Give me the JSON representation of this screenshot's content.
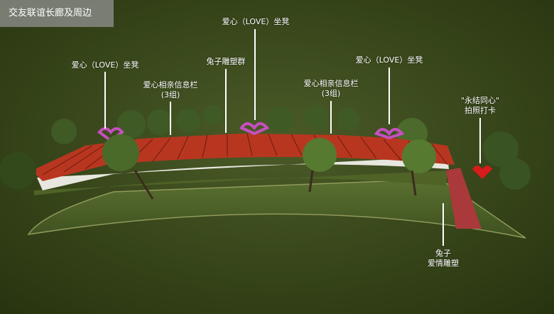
{
  "title": "交友联谊长廊及周边",
  "labels": {
    "love_bench_left": "爱心（LOVE）坐凳",
    "love_bench_top": "爱心（LOVE）坐凳",
    "love_bench_right": "爱心（LOVE）坐凳",
    "info_left_line1": "爱心相亲信息栏",
    "info_left_line2": "(3组)",
    "info_right_line1": "爱心相亲信息栏",
    "info_right_line2": "(3组)",
    "rabbit_group": "兔子雕塑群",
    "forever_line1": "\"永结同心\"",
    "forever_line2": "拍照打卡",
    "rabbit_love_line1": "兔子",
    "rabbit_love_line2": "爱情雕塑"
  },
  "colors": {
    "grass_dark": "#2e3b19",
    "grass_light": "#4b5d27",
    "pergola_red": "#b8361f",
    "path_red": "#a9393a",
    "bench_pink": "#c74fc0",
    "wall_white": "#e7e7df",
    "leader_white": "#ffffff"
  }
}
